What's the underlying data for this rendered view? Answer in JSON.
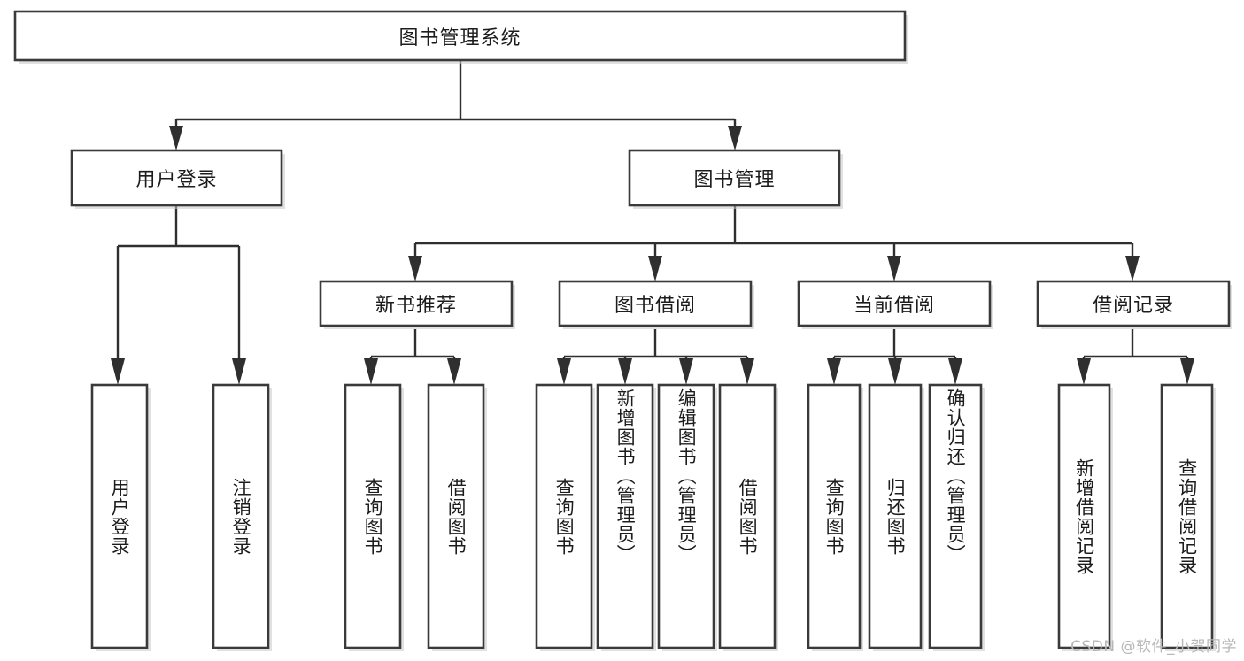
{
  "diagram": {
    "title": "图书管理系统",
    "type": "tree",
    "watermark": "CSDN @软件_小贺同学",
    "colors": {
      "box_fill": "#ffffff",
      "box_stroke": "#3a3a3a",
      "connector": "#2f2f2f",
      "text": "#1c1c1c",
      "watermark": "#b7b7b7",
      "background": "#ffffff"
    },
    "root": {
      "label": "图书管理系统",
      "orientation": "horizontal"
    },
    "level2": [
      {
        "label": "用户登录",
        "orientation": "horizontal"
      },
      {
        "label": "图书管理",
        "orientation": "horizontal"
      }
    ],
    "level3": [
      {
        "label": "新书推荐",
        "orientation": "horizontal"
      },
      {
        "label": "图书借阅",
        "orientation": "horizontal"
      },
      {
        "label": "当前借阅",
        "orientation": "horizontal"
      },
      {
        "label": "借阅记录",
        "orientation": "horizontal"
      }
    ],
    "leaves": {
      "user_login": [
        {
          "label": "用户登录",
          "orientation": "vertical"
        },
        {
          "label": "注销登录",
          "orientation": "vertical"
        }
      ],
      "new_book_recommend": [
        {
          "label": "查询图书",
          "orientation": "vertical"
        },
        {
          "label": "借阅图书",
          "orientation": "vertical"
        }
      ],
      "book_borrow": [
        {
          "label": "查询图书",
          "orientation": "vertical"
        },
        {
          "label": "新增图书（管理员）",
          "orientation": "vertical"
        },
        {
          "label": "编辑图书（管理员）",
          "orientation": "vertical"
        },
        {
          "label": "借阅图书",
          "orientation": "vertical"
        }
      ],
      "current_borrow": [
        {
          "label": "查询图书",
          "orientation": "vertical"
        },
        {
          "label": "归还图书",
          "orientation": "vertical"
        },
        {
          "label": "确认归还（管理员）",
          "orientation": "vertical"
        }
      ],
      "borrow_record": [
        {
          "label": "新增借阅记录",
          "orientation": "vertical"
        },
        {
          "label": "查询借阅记录",
          "orientation": "vertical"
        }
      ]
    }
  }
}
